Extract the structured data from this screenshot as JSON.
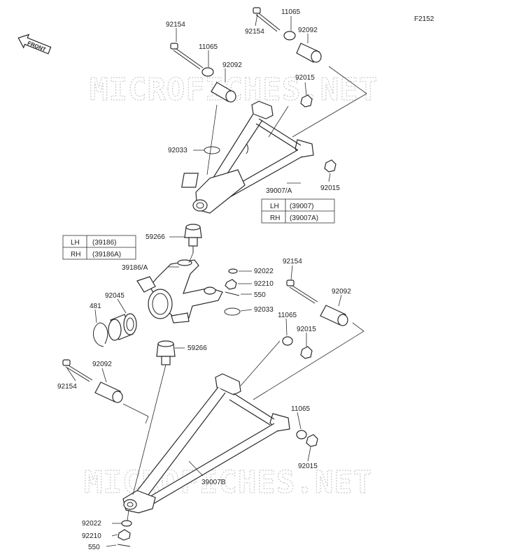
{
  "figure_code": "F2152",
  "front_indicator": "FRONT",
  "watermark": "MICROFICHES.NET",
  "upper_table": [
    {
      "side": "LH",
      "part": "(39007)"
    },
    {
      "side": "RH",
      "part": "(39007A)"
    }
  ],
  "knuckle_table": [
    {
      "side": "LH",
      "part": "(39186)"
    },
    {
      "side": "RH",
      "part": "(39186A)"
    }
  ],
  "callouts": {
    "upper_bolt_left": "92154",
    "upper_bolt_right": "92154",
    "upper_washer_left": "11065",
    "upper_washer_right": "11065",
    "upper_bushing_left": "92092",
    "upper_bushing_right": "92092",
    "upper_nut_top": "92015",
    "upper_nut_right": "92015",
    "upper_circlip": "92033",
    "upper_arm": "39007/A",
    "upper_balljoint": "59266",
    "knuckle": "39186/A",
    "knuckle_washer": "92022",
    "knuckle_nut": "92210",
    "knuckle_pin": "550",
    "knuckle_circlip": "92033",
    "bearing": "92045",
    "snap_ring": "481",
    "lower_balljoint": "59266",
    "lower_bolt_right": "92154",
    "lower_bushing_right": "92092",
    "lower_washer_right": "11065",
    "lower_nut_right": "92015",
    "lower_bolt_left": "92154",
    "lower_bushing_left": "92092",
    "lower_washer_front": "11065",
    "lower_nut_front": "92015",
    "lower_arm": "39007B",
    "bottom_washer": "92022",
    "bottom_nut": "92210",
    "bottom_pin": "550"
  }
}
